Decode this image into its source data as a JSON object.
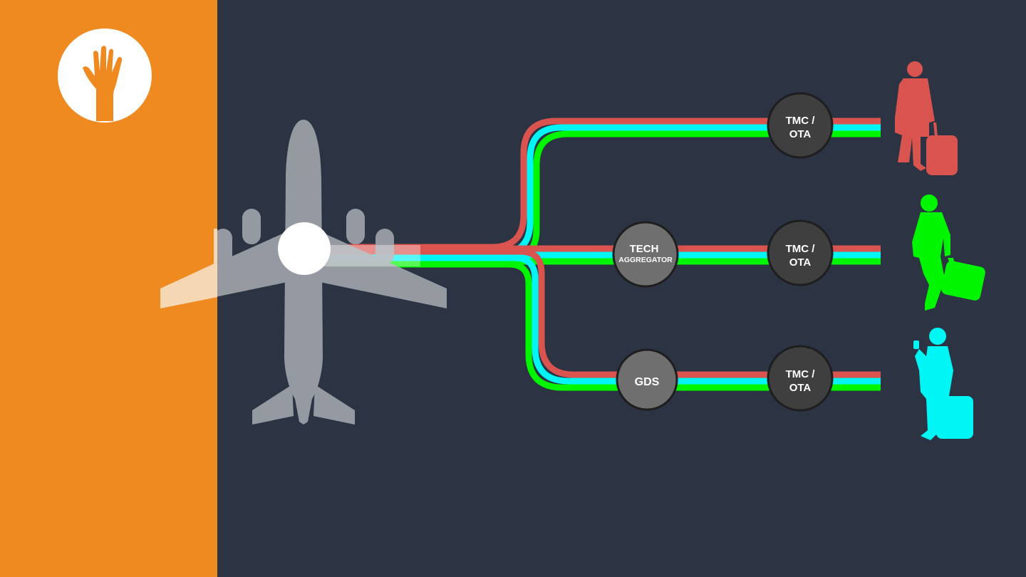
{
  "colors": {
    "sidebar": "#ee8a1f",
    "background": "#2c3443",
    "route_red": "#d9534f",
    "route_cyan": "#00f5f5",
    "route_green": "#00f500",
    "plane": "#9a9ea6",
    "node_dark": "#3f3f3f",
    "node_gray": "#6f6f6f"
  },
  "icons": {
    "logo": "raised-hand-icon",
    "plane": "airplane-icon",
    "traveler_red": "business-traveler-icon",
    "traveler_green": "walking-traveler-icon",
    "traveler_cyan": "phone-traveler-icon"
  },
  "nodes": {
    "tmc_top": {
      "line1": "TMC /",
      "line2": "OTA"
    },
    "tech_aggregator": {
      "line1": "TECH",
      "line2": "AGGREGATOR"
    },
    "tmc_middle": {
      "line1": "TMC /",
      "line2": "OTA"
    },
    "gds": {
      "line1": "GDS"
    },
    "tmc_bottom": {
      "line1": "TMC /",
      "line2": "OTA"
    }
  }
}
